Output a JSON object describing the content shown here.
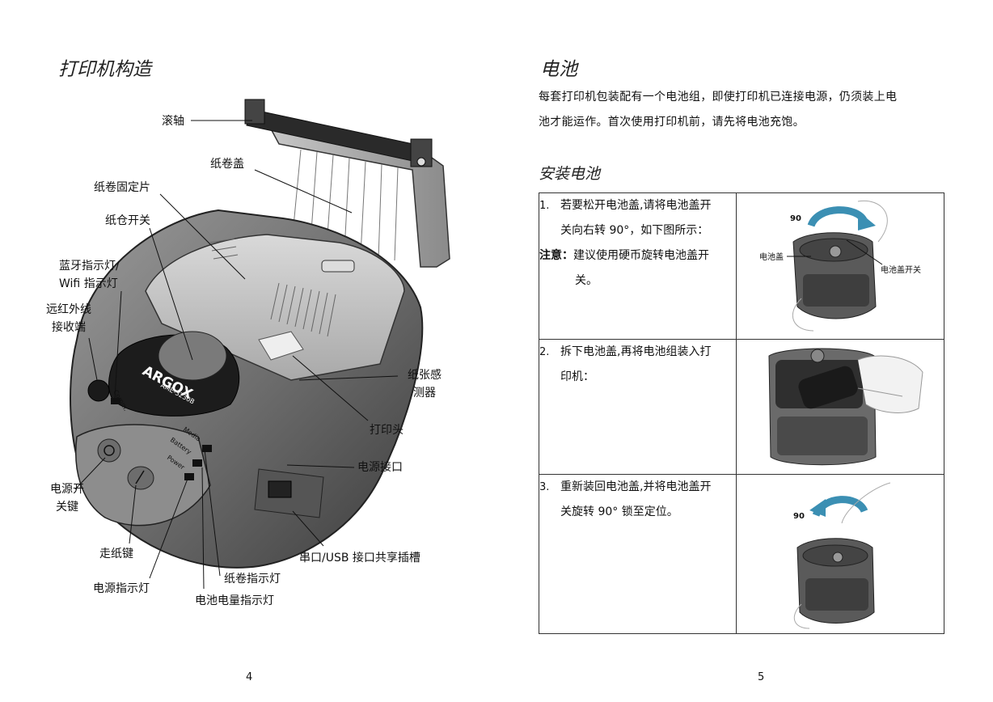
{
  "left_page": {
    "title": "打印机构造",
    "page_number": "4",
    "labels": {
      "roller": "滚轴",
      "paper_cover": "纸卷盖",
      "paper_holder": "纸卷固定片",
      "paper_bin_switch": "纸仓开关",
      "bt_indicator_line1": "蓝牙指示灯/",
      "bt_indicator_line2": "Wifi 指示灯",
      "ir_receiver_line1": "远红外线",
      "ir_receiver_line2": "接收端",
      "paper_sensor_line1": "纸张感",
      "paper_sensor_line2": "测器",
      "print_head": "打印头",
      "power_port": "电源接口",
      "power_key_line1": "电源开",
      "power_key_line2": "关键",
      "feed_key": "走纸键",
      "serial_usb_slot": "串口/USB 接口共享插槽",
      "power_led": "电源指示灯",
      "paper_led": "纸卷指示灯",
      "battery_led": "电池电量指示灯"
    },
    "device_text": {
      "brand": "ARGOX",
      "model": "AME-3230B",
      "comm": "Comm.",
      "media": "Media",
      "battery": "Battery",
      "power": "Power"
    }
  },
  "right_page": {
    "title": "电池",
    "intro_line1": "每套打印机包装配有一个电池组，即使打印机已连接电源，仍须装上电",
    "intro_line2": "池才能运作。首次使用打印机前，请先将电池充饱。",
    "subtitle": "安装电池",
    "page_number": "5",
    "steps": [
      {
        "number": "1.",
        "line1": "若要松开电池盖,请将电池盖开",
        "line2": "关向右转 90°，如下图所示：",
        "note_label": "注意：",
        "note_line1": "建议使用硬币旋转电池盖开",
        "note_line2": "关。",
        "img_angle": "90",
        "img_label_cover": "电池盖",
        "img_label_switch": "电池盖开关"
      },
      {
        "number": "2.",
        "line1": "拆下电池盖,再将电池组装入打",
        "line2": "印机："
      },
      {
        "number": "3.",
        "line1": "重新装回电池盖,并将电池盖开",
        "line2": "关旋转 90° 锁至定位。",
        "img_angle": "90"
      }
    ]
  }
}
